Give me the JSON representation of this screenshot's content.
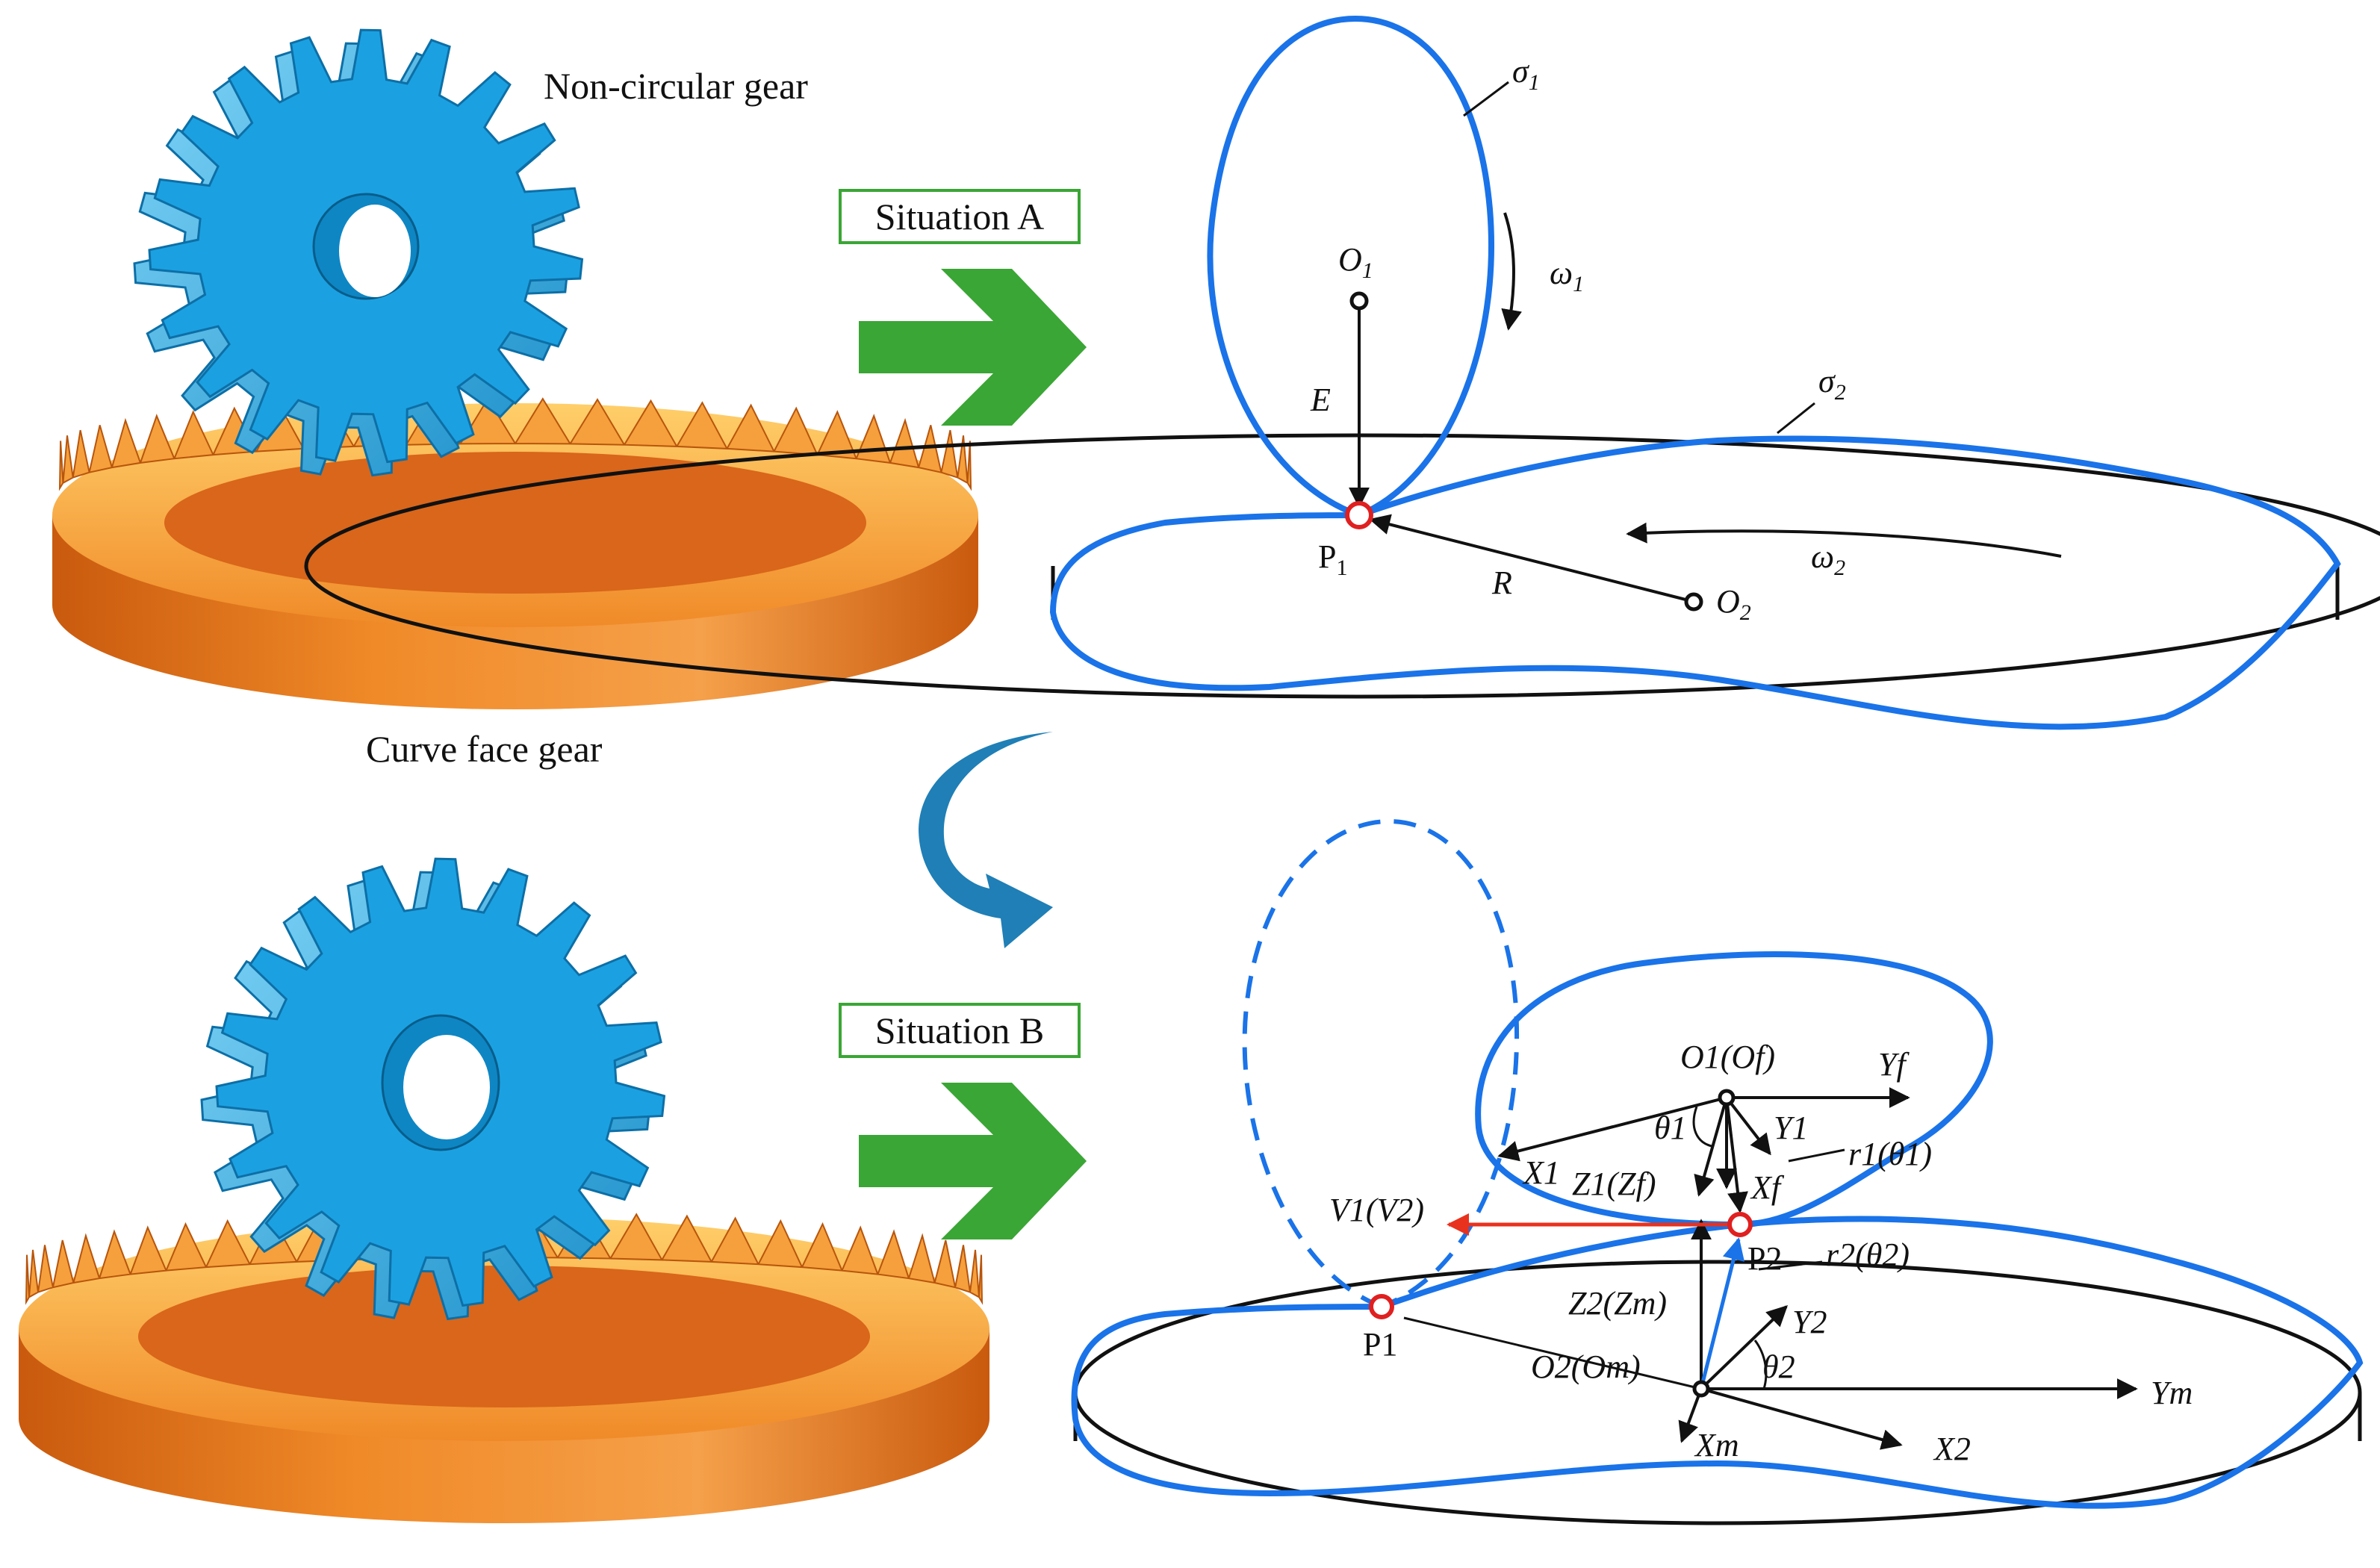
{
  "captions": {
    "non_circular_gear": "Non-circular gear",
    "curve_face_gear": "Curve face gear"
  },
  "situations": {
    "a": "Situation A",
    "b": "Situation B"
  },
  "colors": {
    "pitch_curve": "#1a73e8",
    "gear_blue": "#1ba1e2",
    "gear_orange": "#f07d1e",
    "arrow_green": "#3aa635",
    "curved_arrow": "#1f7fb6",
    "contact_point": "#e02020",
    "velocity_arrow": "#e8321e",
    "box_border": "#3aa635"
  },
  "icons": {
    "next": "green-right-arrow-icon",
    "transform": "curved-down-arrow-icon"
  },
  "situation_a_labels": {
    "sigma1": {
      "base": "σ",
      "sub": "1"
    },
    "sigma2": {
      "base": "σ",
      "sub": "2"
    },
    "o1": {
      "base": "O",
      "sub": "1"
    },
    "o2": {
      "base": "O",
      "sub": "2"
    },
    "omega1": {
      "base": "ω",
      "sub": "1"
    },
    "omega2": {
      "base": "ω",
      "sub": "2"
    },
    "e": "E",
    "r": "R",
    "p1": {
      "base": "P",
      "sub": "1"
    }
  },
  "situation_b_labels": {
    "o1of": "O1(Of)",
    "yf": "Yf",
    "theta1": "θ1",
    "y1": "Y1",
    "x1": "X1",
    "z1zf": "Z1(Zf)",
    "xf": "Xf",
    "r1theta1": "r1(θ1)",
    "v1v2": "V1(V2)",
    "p1": "P1",
    "p2": "P2",
    "r2theta2": "r2(θ2)",
    "z2zm": "Z2(Zm)",
    "y2": "Y2",
    "theta2": "θ2",
    "o2om": "O2(Om)",
    "ym": "Ym",
    "xm": "Xm",
    "x2": "X2"
  }
}
